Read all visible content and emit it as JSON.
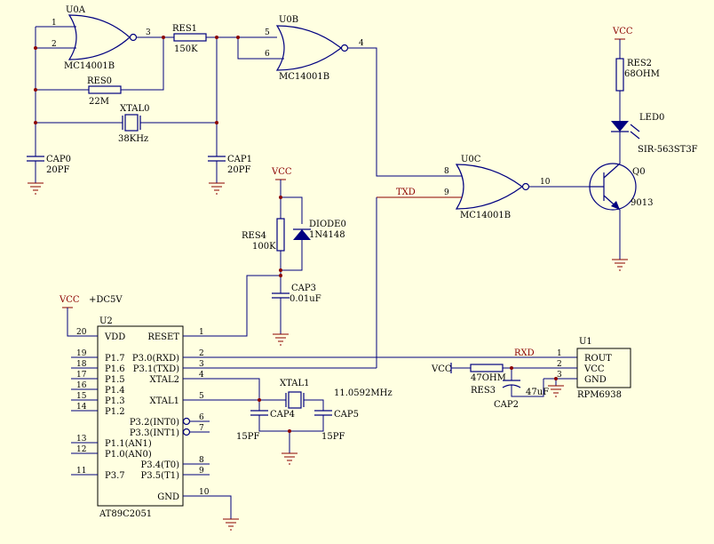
{
  "u0a": {
    "ref": "U0A",
    "part": "MC14001B",
    "p1": "1",
    "p2": "2",
    "p3": "3"
  },
  "u0b": {
    "ref": "U0B",
    "part": "MC14001B",
    "p5": "5",
    "p6": "6",
    "p4": "4"
  },
  "u0c": {
    "ref": "U0C",
    "part": "MC14001B",
    "p8": "8",
    "p9": "9",
    "p10": "10"
  },
  "res1": {
    "ref": "RES1",
    "val": "150K"
  },
  "res0": {
    "ref": "RES0",
    "val": "22M"
  },
  "xtal0": {
    "ref": "XTAL0",
    "val": "38KHz"
  },
  "cap0": {
    "ref": "CAP0",
    "val": "20PF"
  },
  "cap1": {
    "ref": "CAP1",
    "val": "20PF"
  },
  "res2": {
    "ref": "RES2",
    "val": "68OHM"
  },
  "vcc_led": "VCC",
  "led0": {
    "ref": "LED0",
    "part": "SIR-563ST3F"
  },
  "q0": {
    "ref": "Q0",
    "part": "9013"
  },
  "pin10": "10",
  "txd_net": "TXD",
  "rxd_net": "RXD",
  "vcc_reset": "VCC",
  "res4": {
    "ref": "RES4",
    "val": "100K"
  },
  "diode0": {
    "ref": "DIODE0",
    "part": "1N4148"
  },
  "cap3": {
    "ref": "CAP3",
    "val": "0.01uF"
  },
  "vcc_mcu": "VCC",
  "dc5v": "+DC5V",
  "u2": {
    "ref": "U2",
    "part": "AT89C2051",
    "left_pins": [
      {
        "num": "20",
        "name": "VDD"
      },
      {
        "num": "19",
        "name": "P1.7"
      },
      {
        "num": "18",
        "name": "P1.6"
      },
      {
        "num": "17",
        "name": "P1.5"
      },
      {
        "num": "16",
        "name": "P1.4"
      },
      {
        "num": "15",
        "name": "P1.3"
      },
      {
        "num": "14",
        "name": "P1.2"
      },
      {
        "num": "13",
        "name": "P1.1(AN1)"
      },
      {
        "num": "12",
        "name": "P1.0(AN0)"
      },
      {
        "num": "11",
        "name": "P3.7"
      }
    ],
    "right_pins": [
      {
        "num": "1",
        "name": "RESET"
      },
      {
        "num": "2",
        "name": "P3.0(RXD)"
      },
      {
        "num": "3",
        "name": "P3.1(TXD)"
      },
      {
        "num": "4",
        "name": "XTAL2"
      },
      {
        "num": "5",
        "name": "XTAL1"
      },
      {
        "num": "6",
        "name": "P3.2(INT0)"
      },
      {
        "num": "7",
        "name": "P3.3(INT1)"
      },
      {
        "num": "8",
        "name": "P3.4(T0)"
      },
      {
        "num": "9",
        "name": "P3.5(T1)"
      },
      {
        "num": "10",
        "name": "GND"
      }
    ]
  },
  "xtal1": {
    "ref": "XTAL1",
    "val": "11.0592MHz"
  },
  "cap4": {
    "ref": "CAP4",
    "val": "15PF"
  },
  "cap5": {
    "ref": "CAP5",
    "val": "15PF"
  },
  "u1": {
    "ref": "U1",
    "part": "RPM6938",
    "pins": [
      {
        "num": "1",
        "name": "ROUT"
      },
      {
        "num": "2",
        "name": "VCC"
      },
      {
        "num": "3",
        "name": "GND"
      }
    ]
  },
  "vcc_rx": "VCC",
  "res3": {
    "ref": "RES3",
    "val": "47OHM"
  },
  "cap2": {
    "ref": "CAP2",
    "val": "47uF"
  }
}
